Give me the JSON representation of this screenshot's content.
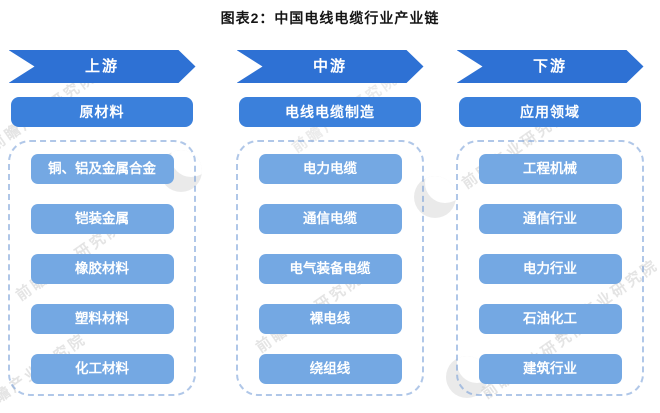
{
  "title": "图表2：中国电线电缆行业产业链",
  "watermark": {
    "text": "前瞻产业研究院"
  },
  "colors": {
    "stage_arrow_blue": "#2E71D4",
    "category_box_blue": "#3B80DB",
    "item_box_blue": "#74A8E3",
    "dashed_border_blue": "#6F99D6",
    "title_color": "#151515"
  },
  "columns": [
    {
      "stage": "上游",
      "category": "原材料",
      "items": [
        "铜、铝及金属合金",
        "铠装金属",
        "橡胶材料",
        "塑料材料",
        "化工材料"
      ]
    },
    {
      "stage": "中游",
      "category": "电线电缆制造",
      "items": [
        "电力电缆",
        "通信电缆",
        "电气装备电缆",
        "裸电线",
        "绕组线"
      ]
    },
    {
      "stage": "下游",
      "category": "应用领域",
      "items": [
        "工程机械",
        "通信行业",
        "电力行业",
        "石油化工",
        "建筑行业"
      ]
    }
  ]
}
